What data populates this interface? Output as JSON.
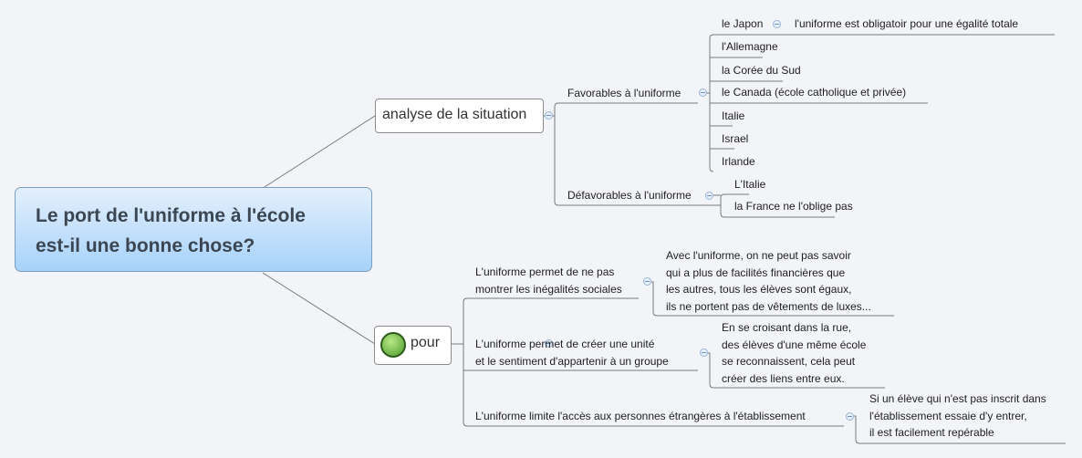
{
  "root": {
    "title_line1": "Le port de l'uniforme à l'école",
    "title_line2": "est-il une bonne chose?"
  },
  "analyse": {
    "label": "analyse de la situation",
    "favorables": {
      "label": "Favorables à l'uniforme",
      "countries": [
        "le Japon",
        "l'Allemagne",
        "la Corée du Sud",
        "le Canada (école catholique et privée)",
        "Italie",
        "Israel",
        "Irlande"
      ],
      "japon_note": "l'uniforme est obligatoir pour une égalité totale"
    },
    "defavorables": {
      "label": "Défavorables à l'uniforme",
      "countries": [
        "L'Italie",
        "la France ne l'oblige pas"
      ]
    }
  },
  "pour": {
    "label": "pour",
    "icon": "smiley-icon",
    "args": [
      {
        "lines": [
          "L'uniforme permet de ne pas",
          "montrer les inégalités sociales"
        ],
        "detail": [
          "Avec l'uniforme, on ne peut pas savoir",
          "qui a plus de facilités financières que",
          "les autres, tous les élèves sont égaux,",
          "ils ne portent pas de vêtements de luxes..."
        ]
      },
      {
        "lines": [
          "L'uniforme permet de créer une unité",
          "et le sentiment d'appartenir à un groupe"
        ],
        "detail": [
          "En se croisant dans la rue,",
          "des élèves d'une même école",
          "se reconnaissent, cela peut",
          "créer des liens entre eux."
        ]
      },
      {
        "lines": [
          "L'uniforme limite l'accès aux personnes étrangères à l'établissement"
        ],
        "detail": [
          "Si un élève qui n'est pas inscrit dans",
          "l'établissement essaie d'y entrer,",
          "il est facilement repérable"
        ]
      }
    ]
  },
  "colors": {
    "background": "#f3f4f7",
    "root_top": "#e3f0fc",
    "root_bottom": "#a7d2fb",
    "line": "#777777"
  }
}
